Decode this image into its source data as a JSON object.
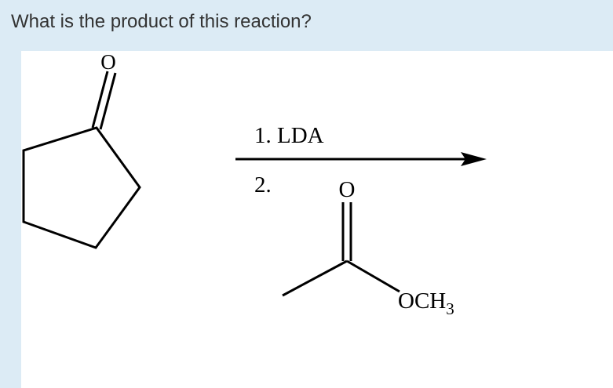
{
  "question": {
    "text": "What is the product of this reaction?"
  },
  "reaction": {
    "reactant": {
      "name": "cyclopentanone",
      "oxygen_label": "O"
    },
    "reagents": {
      "step1": "1. LDA",
      "step2": "2.",
      "reagent2": {
        "name": "methyl acetate",
        "oxygen_label": "O",
        "ester_group": "OCH",
        "ester_subscript": "3"
      }
    }
  },
  "colors": {
    "background": "#dcebf5",
    "panel": "#ffffff",
    "question_text": "#333333",
    "ink": "#000000"
  }
}
